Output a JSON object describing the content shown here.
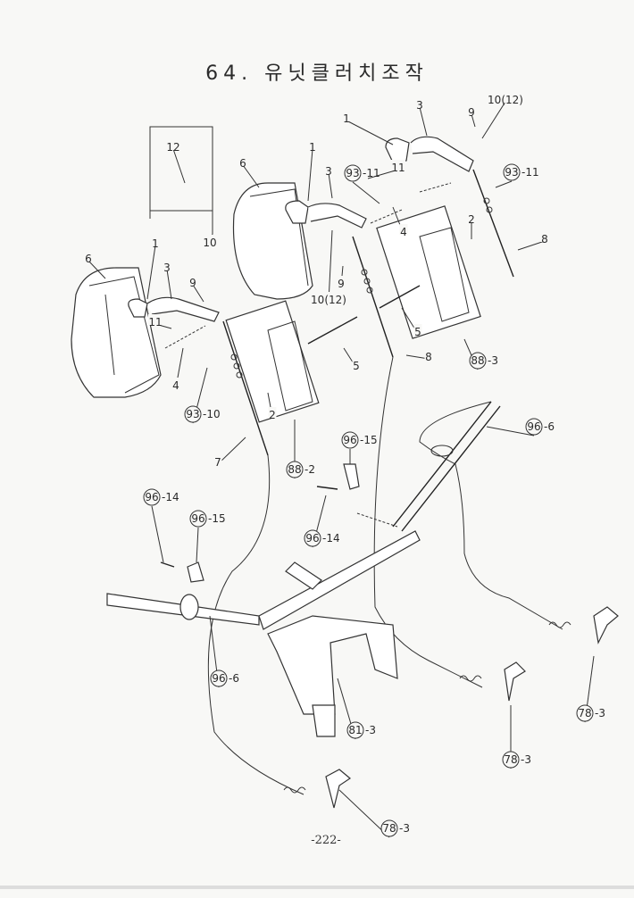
{
  "title": "64. 유닛클러치조작",
  "page_number": "-222-",
  "callouts": [
    {
      "text": "1"
    },
    {
      "text": "3"
    },
    {
      "text": "9"
    },
    {
      "text": "10(12)"
    },
    {
      "text": "11"
    },
    {
      "text": "93",
      "suffix": "-11",
      "circled": true
    },
    {
      "text": "93",
      "suffix": "-11",
      "circled": true
    },
    {
      "text": "3"
    },
    {
      "text": "1"
    },
    {
      "text": "6"
    },
    {
      "text": "12"
    },
    {
      "text": "10"
    },
    {
      "text": "4"
    },
    {
      "text": "2"
    },
    {
      "text": "8"
    },
    {
      "text": "9"
    },
    {
      "text": "10(12)"
    },
    {
      "text": "88",
      "suffix": "-3",
      "circled": true
    },
    {
      "text": "5"
    },
    {
      "text": "5"
    },
    {
      "text": "8"
    },
    {
      "text": "6"
    },
    {
      "text": "1"
    },
    {
      "text": "3"
    },
    {
      "text": "9"
    },
    {
      "text": "11"
    },
    {
      "text": "4"
    },
    {
      "text": "93",
      "suffix": "-10",
      "circled": true
    },
    {
      "text": "2"
    },
    {
      "text": "7"
    },
    {
      "text": "88",
      "suffix": "-2",
      "circled": true
    },
    {
      "text": "96",
      "suffix": "-6",
      "circled": true
    },
    {
      "text": "96",
      "suffix": "-15",
      "circled": true
    },
    {
      "text": "96",
      "suffix": "-14",
      "circled": true
    },
    {
      "text": "96",
      "suffix": "-15",
      "circled": true
    },
    {
      "text": "96",
      "suffix": "-14",
      "circled": true
    },
    {
      "text": "96",
      "suffix": "-6",
      "circled": true
    },
    {
      "text": "81",
      "suffix": "-3",
      "circled": true
    },
    {
      "text": "78",
      "suffix": "-3",
      "circled": true
    },
    {
      "text": "78",
      "suffix": "-3",
      "circled": true
    },
    {
      "text": "78",
      "suffix": "-3",
      "circled": true
    }
  ]
}
